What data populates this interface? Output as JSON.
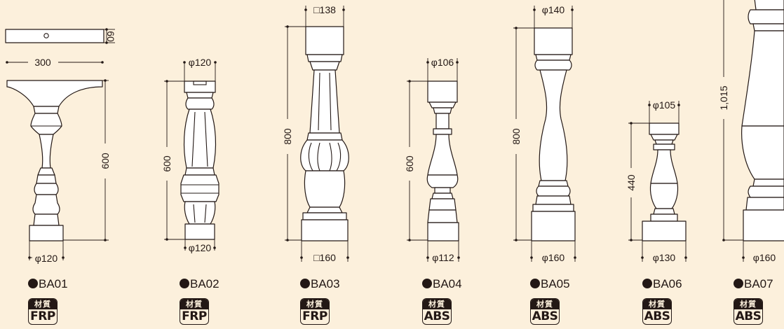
{
  "diagram": {
    "background_color": "#fcf0dc",
    "line_color": "#231815",
    "balusters": [
      {
        "model": "BA01",
        "material": "FRP",
        "material_heading": "材質",
        "dims": {
          "top_width": "300",
          "height": "600",
          "base": "φ120",
          "cap_thickness": "60"
        }
      },
      {
        "model": "BA02",
        "material": "FRP",
        "material_heading": "材質",
        "dims": {
          "top": "φ120",
          "height": "600",
          "base": "φ120"
        }
      },
      {
        "model": "BA03",
        "material": "FRP",
        "material_heading": "材質",
        "dims": {
          "top": "□138",
          "height": "800",
          "base": "□160"
        }
      },
      {
        "model": "BA04",
        "material": "ABS",
        "material_heading": "材質",
        "dims": {
          "top": "φ106",
          "height": "600",
          "base": "φ112"
        }
      },
      {
        "model": "BA05",
        "material": "ABS",
        "material_heading": "材質",
        "dims": {
          "top": "φ140",
          "height": "800",
          "base": "φ160"
        }
      },
      {
        "model": "BA06",
        "material": "ABS",
        "material_heading": "材質",
        "dims": {
          "top": "φ105",
          "height": "440",
          "base": "φ130"
        }
      },
      {
        "model": "BA07",
        "material": "ABS",
        "material_heading": "材質",
        "dims": {
          "height": "1,015",
          "base": "φ160"
        }
      }
    ]
  }
}
